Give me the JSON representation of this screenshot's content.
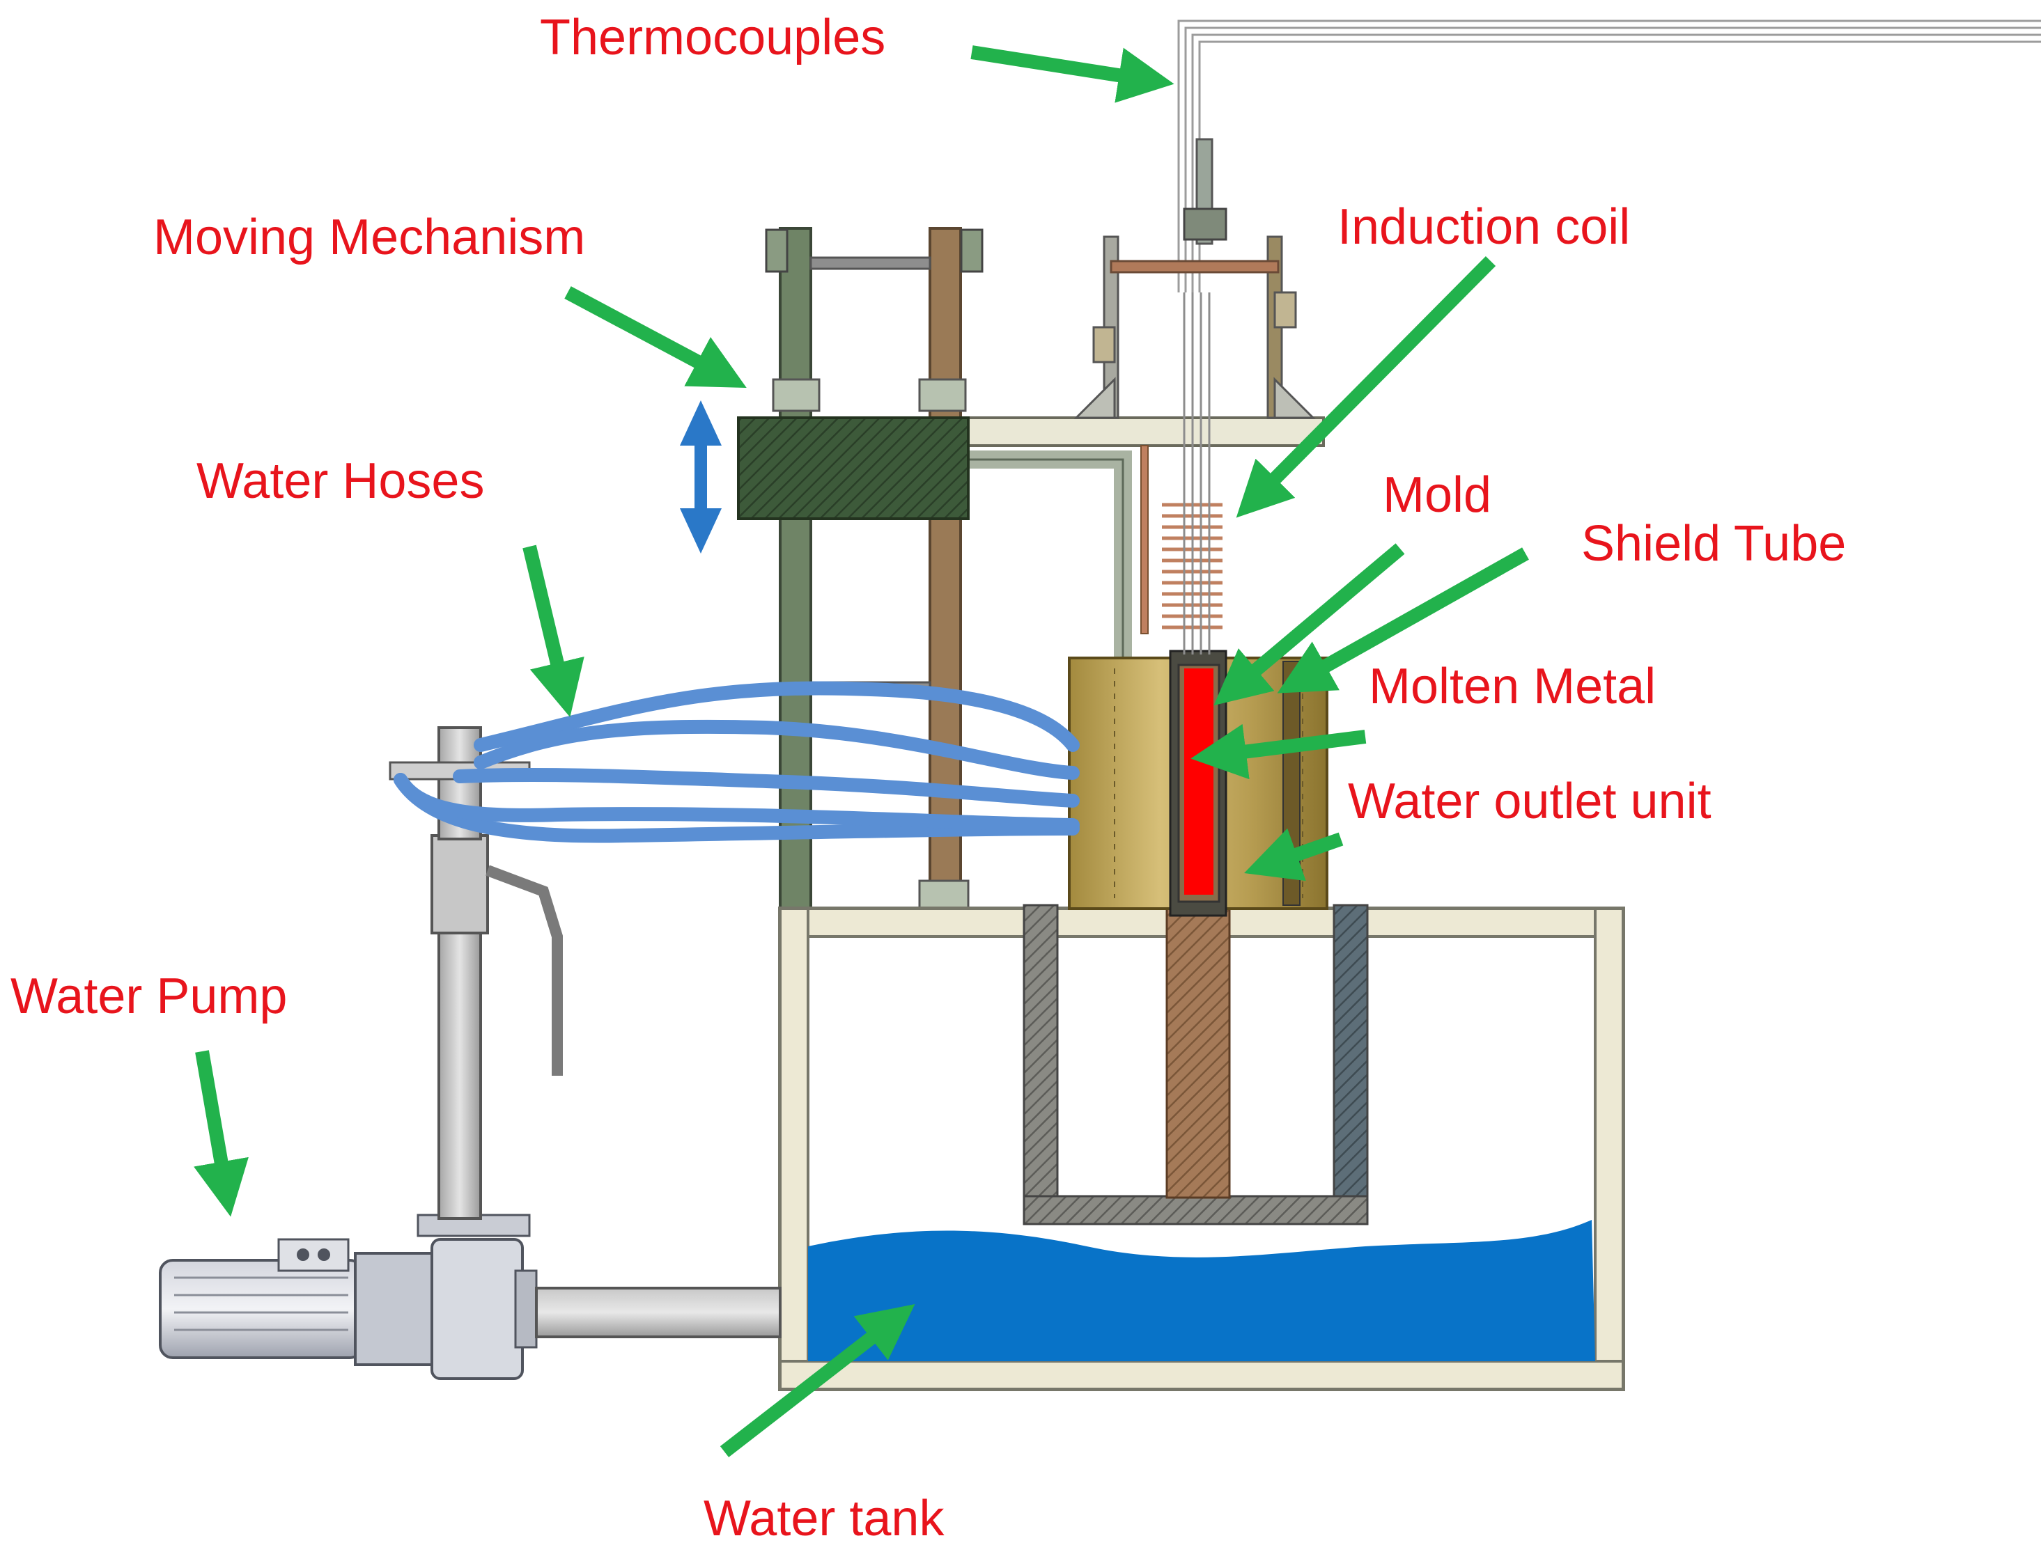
{
  "colors": {
    "label_text": "#e8141c",
    "arrow": "#22b24c",
    "double_arrow": "#2a78c8",
    "water": "#0873c8",
    "molten_metal": "#ff0000",
    "hose": "#5a8fd4",
    "frame_green": "#6f8466",
    "frame_brown": "#9a7a56",
    "tank_frame": "#ede9d4",
    "insulation_green": "#3d5a3a",
    "water_outlet_unit": "#b8a05a",
    "coil_copper": "#c08060"
  },
  "labels": {
    "thermocouples": "Thermocouples",
    "induction_coil": "Induction coil",
    "moving_mechanism": "Moving Mechanism",
    "water_hoses": "Water Hoses",
    "mold": "Mold",
    "shield_tube": "Shield Tube",
    "molten_metal": "Molten Metal",
    "water_outlet_unit": "Water outlet unit",
    "water_pump": "Water Pump",
    "water_tank": "Water tank"
  },
  "icons": {
    "pointer": "green-arrow-icon",
    "movement": "double-arrow-icon"
  }
}
